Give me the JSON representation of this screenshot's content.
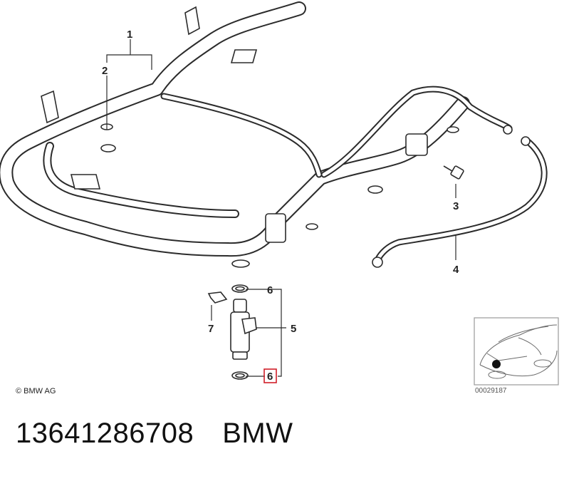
{
  "diagram": {
    "callouts": {
      "c1": "1",
      "c2": "2",
      "c3": "3",
      "c4": "4",
      "c5": "5",
      "c6a": "6",
      "c6b": "6",
      "c7": "7"
    },
    "copyright": "© BMW AG",
    "reference_number": "00029187"
  },
  "footer": {
    "part_number": "13641286708",
    "brand": "BMW"
  },
  "colors": {
    "line": "#2b2b2b",
    "highlight_box": "#d0202a",
    "thumb_border": "#9a9a9a"
  }
}
